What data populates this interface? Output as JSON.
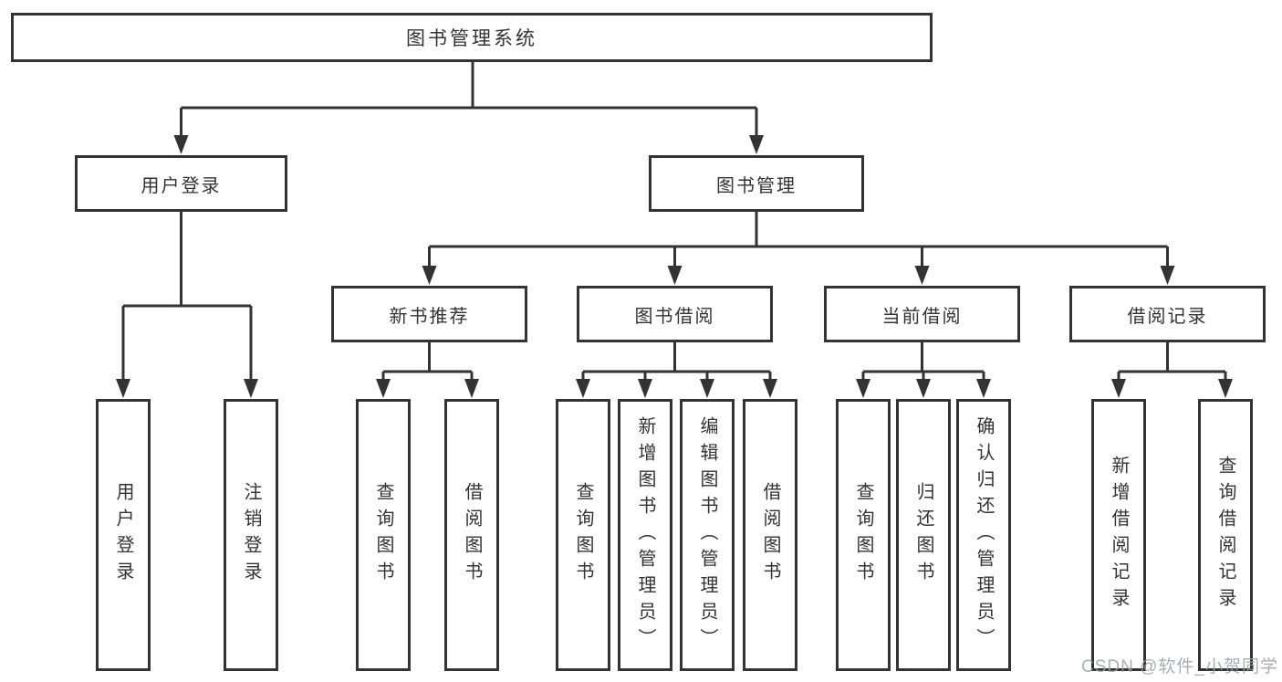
{
  "tree": {
    "label": "图书管理系统",
    "children": [
      {
        "label": "用户登录",
        "children": [
          {
            "label": "用户登录"
          },
          {
            "label": "注销登录"
          }
        ]
      },
      {
        "label": "图书管理",
        "children": [
          {
            "label": "新书推荐",
            "children": [
              {
                "label": "查询图书"
              },
              {
                "label": "借阅图书"
              }
            ]
          },
          {
            "label": "图书借阅",
            "children": [
              {
                "label": "查询图书"
              },
              {
                "label": "新增图书（管理员）"
              },
              {
                "label": "编辑图书（管理员）"
              },
              {
                "label": "借阅图书"
              }
            ]
          },
          {
            "label": "当前借阅",
            "children": [
              {
                "label": "查询图书"
              },
              {
                "label": "归还图书"
              },
              {
                "label": "确认归还（管理员）"
              }
            ]
          },
          {
            "label": "借阅记录",
            "children": [
              {
                "label": "新增借阅记录"
              },
              {
                "label": "查询借阅记录"
              }
            ]
          }
        ]
      }
    ]
  },
  "watermark": {
    "text": "CSDN @软件_小贺同学"
  },
  "colors": {
    "line": "#333333",
    "box_border": "#333333",
    "text": "#333333",
    "watermark_text": "#9aa0a6",
    "background": "#ffffff"
  }
}
